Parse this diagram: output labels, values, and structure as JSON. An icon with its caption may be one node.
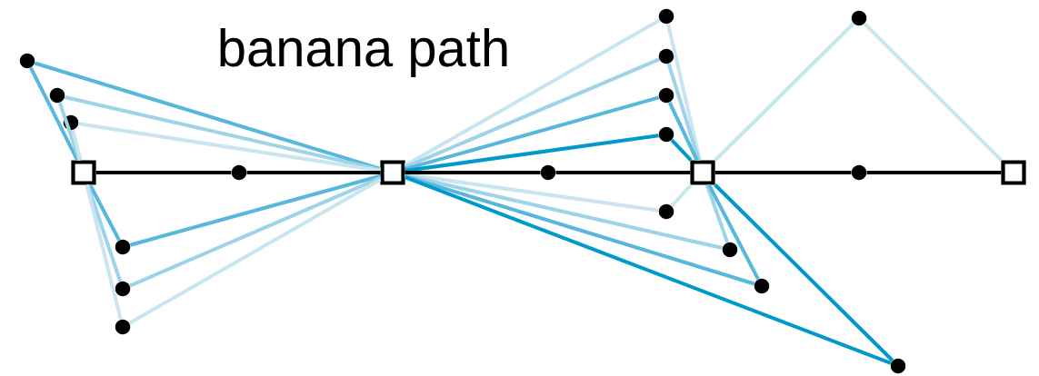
{
  "diagram": {
    "title": "banana path",
    "nodes": [
      {
        "text": [],
        "shape": "box"
      },
      {
        "text": [],
        "shape": "box"
      },
      {
        "text": [],
        "shape": "box"
      },
      {
        "text": [],
        "shape": "box"
      },
      {
        "text": [],
        "shape": "circle"
      },
      {
        "text": [],
        "shape": "circle"
      },
      {
        "text": [],
        "shape": "circle"
      },
      {
        "text": [],
        "shape": "circle"
      },
      {
        "text": [],
        "shape": "circle"
      },
      {
        "text": [],
        "shape": "circle"
      },
      {
        "text": [],
        "shape": "circle"
      },
      {
        "text": [],
        "shape": "circle"
      },
      {
        "text": [],
        "shape": "circle"
      },
      {
        "text": [],
        "shape": "circle"
      },
      {
        "text": [],
        "shape": "circle"
      },
      {
        "text": [],
        "shape": "circle"
      },
      {
        "text": [],
        "shape": "circle"
      },
      {
        "text": [],
        "shape": "circle"
      },
      {
        "text": [],
        "shape": "circle"
      },
      {
        "text": [],
        "shape": "circle"
      },
      {
        "text": [],
        "shape": "circle"
      },
      {
        "text": [],
        "shape": "circle"
      }
    ],
    "edges": [
      {
        "from": 1,
        "to": 4,
        "arrow": "none",
        "color": "#58b7dd"
      },
      {
        "from": 4,
        "to": 0,
        "arrow": "none",
        "color": "#58b7dd"
      },
      {
        "from": 0,
        "to": 7,
        "arrow": "none",
        "color": "#58b7dd"
      },
      {
        "from": 7,
        "to": 1,
        "arrow": "none",
        "color": "#58b7dd"
      },
      {
        "from": 1,
        "to": 5,
        "arrow": "none",
        "color": "#9fd3e7"
      },
      {
        "from": 5,
        "to": 0,
        "arrow": "none",
        "color": "#9fd3e7"
      },
      {
        "from": 0,
        "to": 8,
        "arrow": "none",
        "color": "#9fd3e7"
      },
      {
        "from": 8,
        "to": 1,
        "arrow": "none",
        "color": "#9fd3e7"
      },
      {
        "from": 1,
        "to": 6,
        "arrow": "none",
        "color": "#c9e5ef"
      },
      {
        "from": 6,
        "to": 0,
        "arrow": "none",
        "color": "#c9e5ef"
      },
      {
        "from": 0,
        "to": 9,
        "arrow": "none",
        "color": "#c9e5ef"
      },
      {
        "from": 9,
        "to": 1,
        "arrow": "none",
        "color": "#c9e5ef"
      },
      {
        "from": 1,
        "to": 12,
        "arrow": "none",
        "color": "#c9e5ef"
      },
      {
        "from": 12,
        "to": 2,
        "arrow": "none",
        "color": "#c9e5ef"
      },
      {
        "from": 2,
        "to": 16,
        "arrow": "none",
        "color": "#c9e5ef"
      },
      {
        "from": 16,
        "to": 1,
        "arrow": "none",
        "color": "#c9e5ef"
      },
      {
        "from": 1,
        "to": 13,
        "arrow": "none",
        "color": "#9fd3e7"
      },
      {
        "from": 13,
        "to": 2,
        "arrow": "none",
        "color": "#9fd3e7"
      },
      {
        "from": 2,
        "to": 17,
        "arrow": "none",
        "color": "#9fd3e7"
      },
      {
        "from": 17,
        "to": 1,
        "arrow": "none",
        "color": "#9fd3e7"
      },
      {
        "from": 1,
        "to": 14,
        "arrow": "none",
        "color": "#58b7dd"
      },
      {
        "from": 14,
        "to": 2,
        "arrow": "none",
        "color": "#58b7dd"
      },
      {
        "from": 2,
        "to": 18,
        "arrow": "none",
        "color": "#58b7dd"
      },
      {
        "from": 18,
        "to": 1,
        "arrow": "none",
        "color": "#58b7dd"
      },
      {
        "from": 1,
        "to": 15,
        "arrow": "none",
        "color": "#0099cc"
      },
      {
        "from": 15,
        "to": 2,
        "arrow": "none",
        "color": "#0099cc"
      },
      {
        "from": 2,
        "to": 21,
        "arrow": "none",
        "color": "#0099cc"
      },
      {
        "from": 21,
        "to": 1,
        "arrow": "none",
        "color": "#0099cc"
      },
      {
        "from": 2,
        "to": 19,
        "arrow": "none",
        "color": "#c9e5ef"
      },
      {
        "from": 19,
        "to": 3,
        "arrow": "none",
        "color": "#c9e5ef"
      },
      {
        "from": 0,
        "to": 10,
        "arrow": "none",
        "color": "#000000"
      },
      {
        "from": 10,
        "to": 1,
        "arrow": "none",
        "color": "#000000"
      },
      {
        "from": 1,
        "to": 11,
        "arrow": "none",
        "color": "#000000"
      },
      {
        "from": 11,
        "to": 2,
        "arrow": "none",
        "color": "#000000"
      },
      {
        "from": 2,
        "to": 20,
        "arrow": "none",
        "color": "#000000"
      },
      {
        "from": 20,
        "to": 3,
        "arrow": "none",
        "color": "#000000"
      }
    ]
  }
}
